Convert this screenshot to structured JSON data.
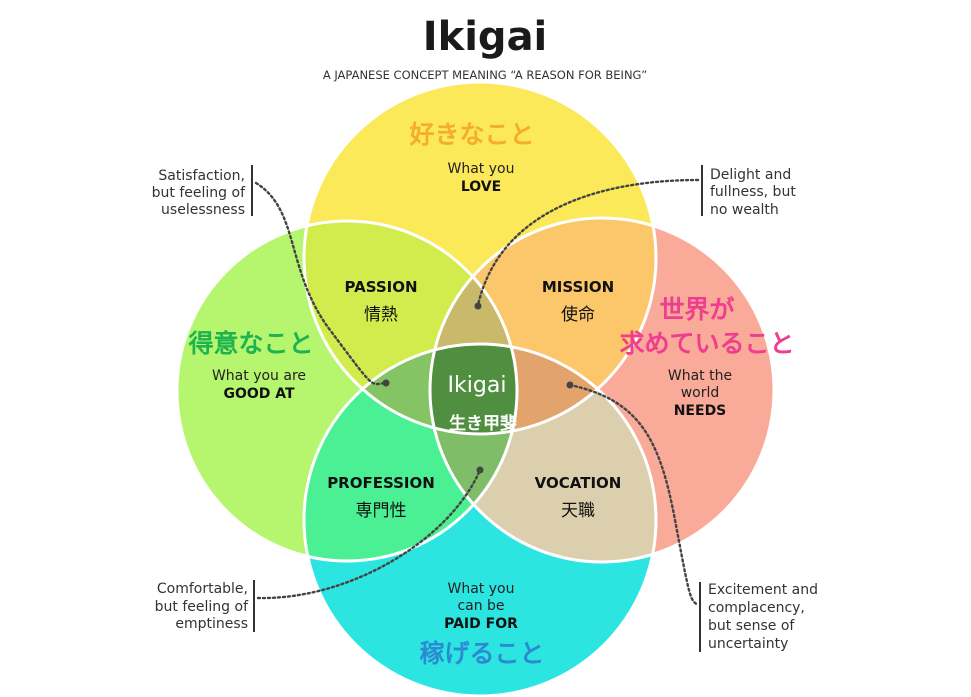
{
  "title": "Ikigai",
  "subtitle": "A JAPANESE CONCEPT MEANING “A REASON FOR BEING”",
  "circles": {
    "love": {
      "jp": "好きなこと",
      "line1": "What you",
      "line2": "LOVE",
      "color": "#fbe95a",
      "jp_color": "#f5ad2b"
    },
    "good": {
      "jp": "得意なこと",
      "line1": "What you are",
      "line2": "GOOD AT",
      "color": "#b6f56e",
      "jp_color": "#1db34f"
    },
    "needs": {
      "jp_line1": "世界が",
      "jp_line2": "求めていること",
      "line1": "What the",
      "line2": "world",
      "line3": "NEEDS",
      "color": "#f9aa98",
      "jp_color": "#ef3d8f"
    },
    "paid": {
      "jp": "稼げること",
      "line1": "What you",
      "line2": "can be",
      "line3": "PAID FOR",
      "color": "#2ce5e1",
      "jp_color": "#2c8bd0"
    }
  },
  "overlaps": {
    "passion": {
      "en": "PASSION",
      "jp": "情熱",
      "color": "#d2ec4e"
    },
    "mission": {
      "en": "MISSION",
      "jp": "使命",
      "color": "#fcc66a"
    },
    "profession": {
      "en": "PROFESSION",
      "jp": "専門性",
      "color": "#4bf094"
    },
    "vocation": {
      "en": "VOCATION",
      "jp": "天職",
      "color": "#dccfae"
    },
    "center": {
      "en": "Ikigai",
      "jp": "生き甲斐",
      "color": "#4f8f3f"
    }
  },
  "annotations": {
    "top_left": [
      "Satisfaction,",
      "but feeling of",
      "uselessness"
    ],
    "top_right": [
      "Delight and",
      "fullness, but",
      "no wealth"
    ],
    "bottom_left": [
      "Comfortable,",
      "but feeling of",
      "emptiness"
    ],
    "bottom_right": [
      "Excitement and",
      "complacency,",
      "but sense of",
      "uncertainty"
    ]
  }
}
